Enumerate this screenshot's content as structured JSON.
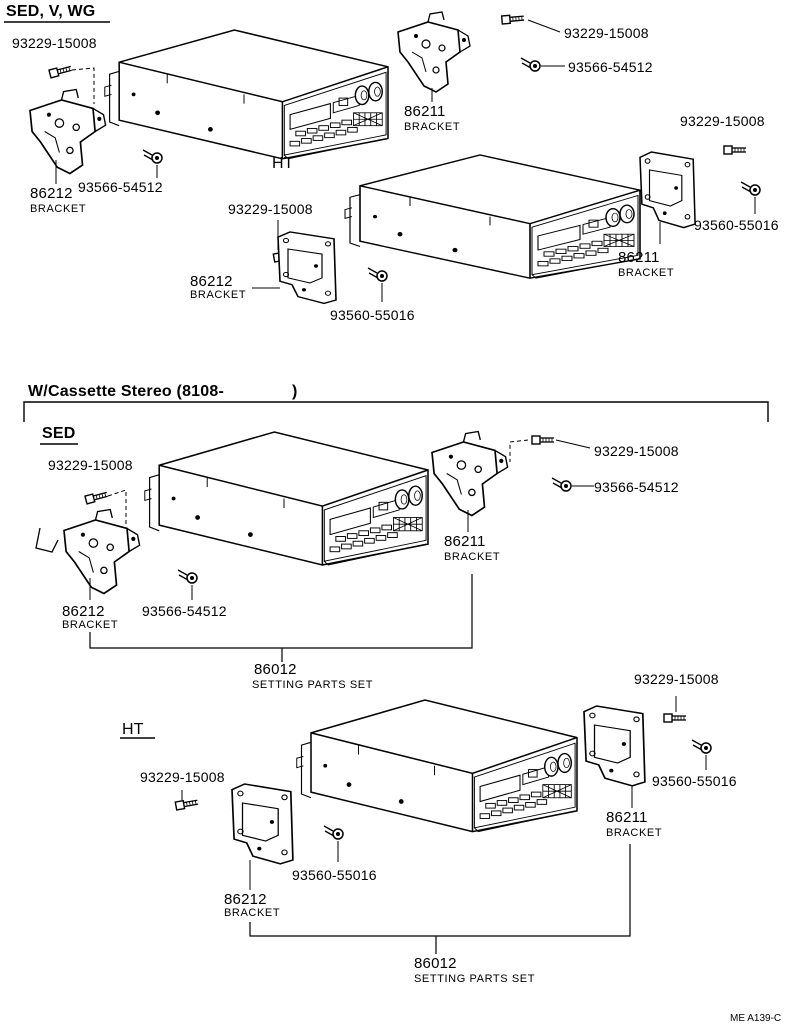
{
  "top": {
    "title": "SED, V, WG",
    "ht_label": "HT",
    "left_bolt": "93229-15008",
    "left_bracket_num": "86212",
    "left_bracket_cap": "BRACKET",
    "left_screw": "93566-54512",
    "right_bracket_num": "86211",
    "right_bracket_cap": "BRACKET",
    "right_bolt": "93229-15008",
    "right_screw": "93566-54512",
    "ht_right_bolt": "93229-15008",
    "ht_right_screw": "93560-55016",
    "ht_right_bracket_num": "86211",
    "ht_right_bracket_cap": "BRACKET",
    "ht_left_bolt": "93229-15008",
    "ht_left_bracket_num": "86212",
    "ht_left_bracket_cap": "BRACKET",
    "ht_left_screw": "93560-55016"
  },
  "bottom": {
    "header": "W/Cassette Stereo (8108-",
    "header_close": ")",
    "sed": {
      "label": "SED",
      "left_bolt": "93229-15008",
      "left_screw": "93566-54512",
      "left_bracket_num": "86212",
      "left_bracket_cap": "BRACKET",
      "right_bolt": "93229-15008",
      "right_screw": "93566-54512",
      "right_bracket_num": "86211",
      "right_bracket_cap": "BRACKET",
      "set_num": "86012",
      "set_cap": "SETTING PARTS SET"
    },
    "ht": {
      "label": "HT",
      "left_bolt": "93229-15008",
      "left_bracket_num": "86212",
      "left_bracket_cap": "BRACKET",
      "left_screw": "93560-55016",
      "right_bolt": "93229-15008",
      "right_screw": "93560-55016",
      "right_bracket_num": "86211",
      "right_bracket_cap": "BRACKET",
      "set_num": "86012",
      "set_cap": "SETTING PARTS SET"
    }
  },
  "footer_code": "ME A139-C"
}
